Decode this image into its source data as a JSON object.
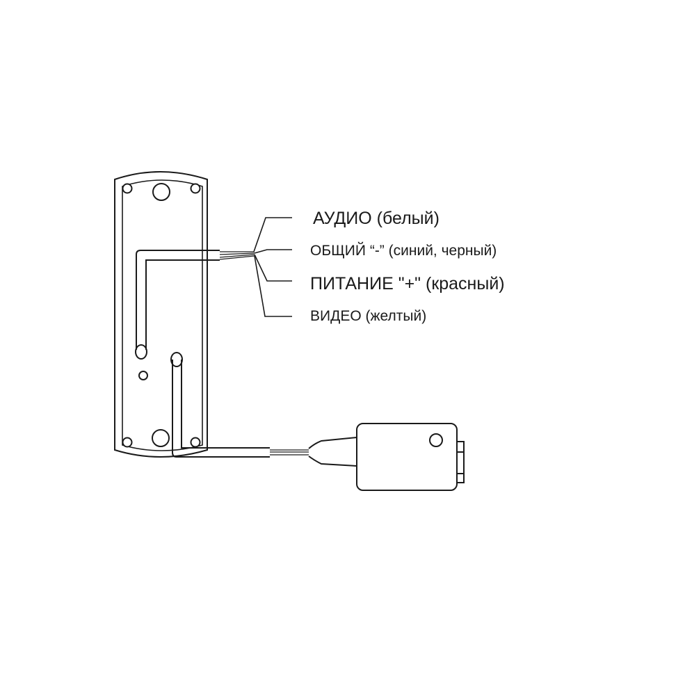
{
  "labels": {
    "audio": "АУДИО (белый)",
    "common": "ОБЩИЙ “-” (синий, черный)",
    "power": "ПИТАНИЕ \"+\" (красный)",
    "video": "ВИДЕО (желтый)"
  },
  "colors": {
    "line": "#1a1a1a",
    "background": "#ffffff"
  }
}
